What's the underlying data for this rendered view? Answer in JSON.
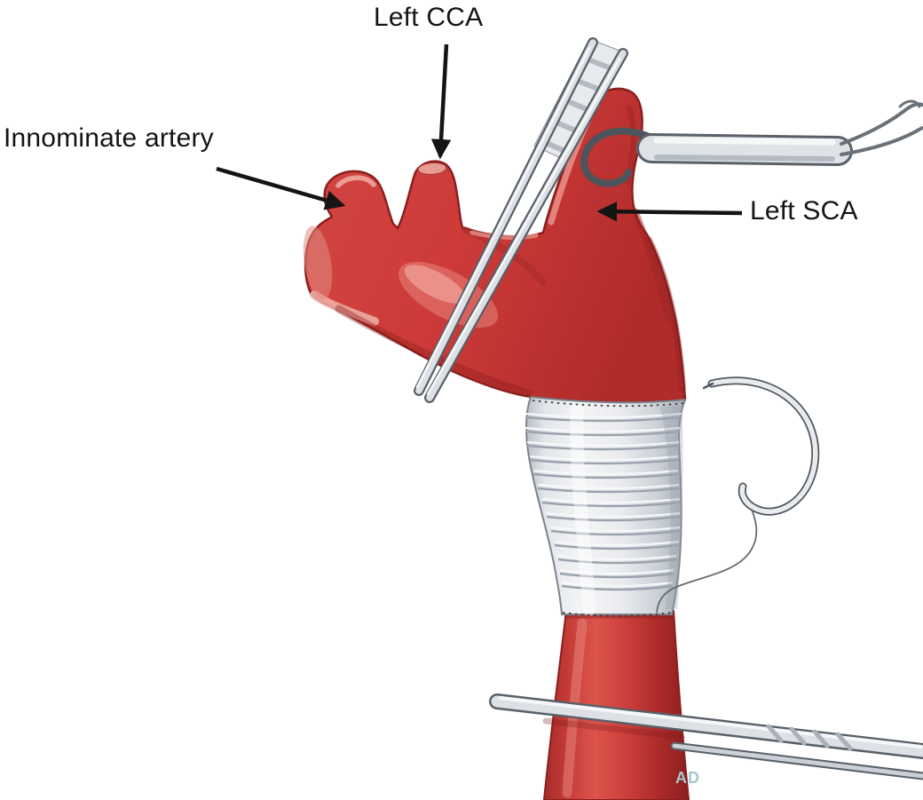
{
  "figure": {
    "labels": {
      "left_cca": "Left CCA",
      "innominate": "Innominate artery",
      "left_sca": "Left SCA"
    },
    "signature": "AD",
    "colors": {
      "vessel_red": "#cf3c3a",
      "vessel_shadow": "#9c2726",
      "vessel_highlight": "#efa49c",
      "graft_white": "#f3f4f6",
      "graft_rib": "#9aa2ad",
      "instrument_gray": "#dde1e6",
      "instrument_outline": "#596068",
      "label_color": "#141414",
      "signature_color": "#a6c9ce",
      "background": "#ffffff"
    }
  }
}
